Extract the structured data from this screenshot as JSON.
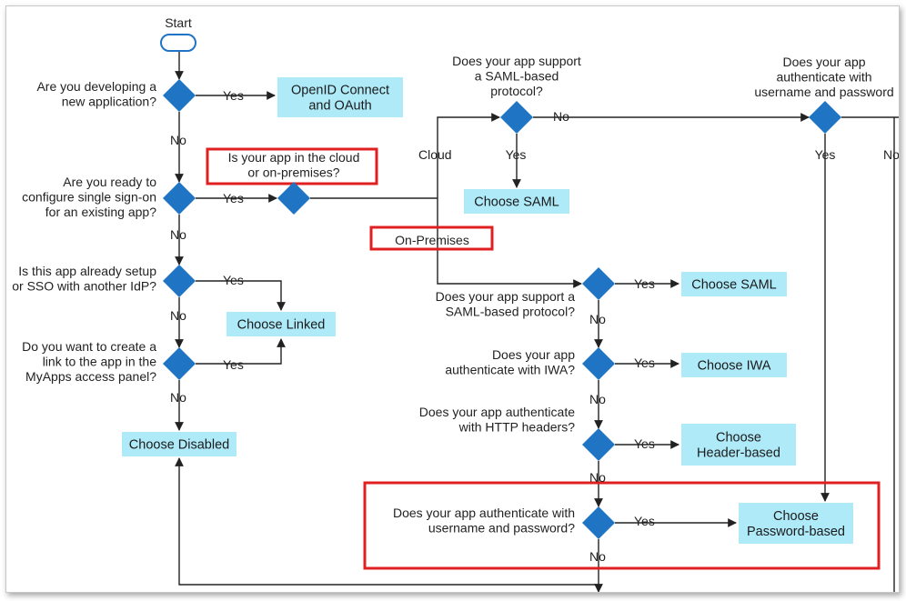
{
  "start_label": "Start",
  "questions": {
    "developing_new_app": [
      "Are you developing a",
      "new application?"
    ],
    "ready_configure_sso": [
      "Are you ready to",
      "configure single sign-on",
      "for an existing app?"
    ],
    "already_setup_sso": [
      "Is this app already setup",
      "or SSO with another IdP?"
    ],
    "create_link_myapps": [
      "Do you want to create a",
      "link to the app in the",
      "MyApps access panel?"
    ],
    "cloud_or_onprem": [
      "Is your app in the cloud",
      "or on-premises?"
    ],
    "cloud_saml": [
      "Does your app support",
      "a SAML-based",
      "protocol?"
    ],
    "cloud_userpass": [
      "Does your app",
      "authenticate with",
      "username and password"
    ],
    "onprem_saml": [
      "Does your app support a",
      "SAML-based protocol?"
    ],
    "onprem_iwa": [
      "Does your app",
      "authenticate with IWA?"
    ],
    "onprem_headers": [
      "Does your app authenticate",
      "with HTTP headers?"
    ],
    "onprem_userpass": [
      "Does your app authenticate with",
      "username and password?"
    ]
  },
  "outcomes": {
    "openid": [
      "OpenID Connect",
      "and OAuth"
    ],
    "linked": [
      "Choose Linked"
    ],
    "disabled": [
      "Choose Disabled"
    ],
    "saml_cloud": [
      "Choose SAML"
    ],
    "saml_onprem": [
      "Choose SAML"
    ],
    "iwa": [
      "Choose IWA"
    ],
    "header": [
      "Choose",
      "Header-based"
    ],
    "password": [
      "Choose",
      "Password-based"
    ]
  },
  "edge_labels": {
    "yes": "Yes",
    "no": "No",
    "cloud": "Cloud",
    "on_premises": "On-Premises"
  },
  "colors": {
    "diamond": "#1f74c4",
    "outcome_box": "#aeeaf8",
    "highlight": "#e02020",
    "line": "#222222"
  }
}
